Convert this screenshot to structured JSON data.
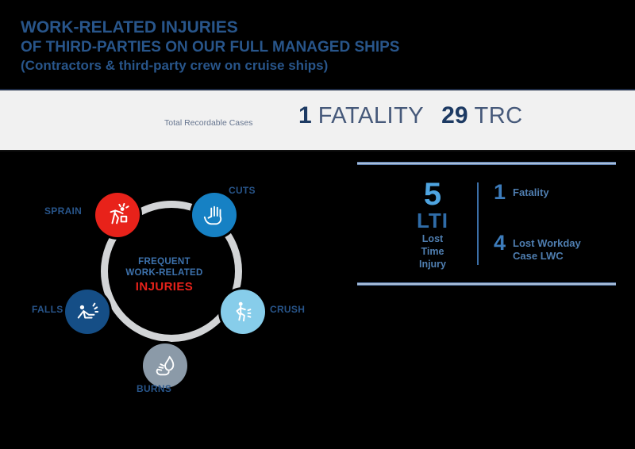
{
  "title": {
    "line1": "WORK-RELATED INJURIES",
    "line2": "OF THIRD-PARTIES ON OUR FULL MANAGED SHIPS",
    "line3": "(Contractors & third-party crew on cruise ships)",
    "color": "#28558a"
  },
  "stats_band": {
    "fatality_count": "1",
    "fatality_label": "FATALITY",
    "trc_count": "29",
    "trc_label": "TRC",
    "trc_sub": "Total Recordable Cases",
    "background": "#f1f1f1"
  },
  "diagram": {
    "center": {
      "line1": "FREQUENT",
      "line2": "WORK-RELATED",
      "line3": "INJURIES",
      "accent_color": "#e8221a"
    },
    "ring_color": "#d2d4d6",
    "nodes": [
      {
        "label": "SPRAIN",
        "icon": "back-strain-icon",
        "color": "#e8221a"
      },
      {
        "label": "CUTS",
        "icon": "hand-cut-icon",
        "color": "#1681c4"
      },
      {
        "label": "CRUSH",
        "icon": "crush-person-icon",
        "color": "#87cdea"
      },
      {
        "label": "BURNS",
        "icon": "hand-flame-icon",
        "color": "#8b9aa8"
      },
      {
        "label": "FALLS",
        "icon": "person-falling-icon",
        "color": "#154e86"
      }
    ]
  },
  "lti_panel": {
    "big_number": "5",
    "abbr": "LTI",
    "expansion_line1": "Lost",
    "expansion_line2": "Time",
    "expansion_line3": "Injury",
    "items": [
      {
        "number": "1",
        "text_line1": "Fatality",
        "text_line2": ""
      },
      {
        "number": "4",
        "text_line1": "Lost Workday",
        "text_line2": "Case LWC"
      }
    ],
    "rule_color": "#a9bdd8",
    "big_number_color": "#4ea4e0"
  }
}
